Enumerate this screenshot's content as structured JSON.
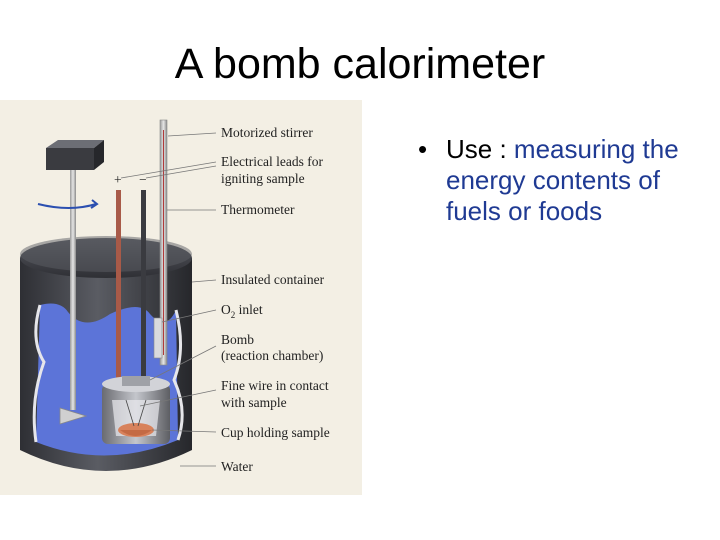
{
  "slide": {
    "title": "A bomb calorimeter",
    "bullet": {
      "symbol": "•",
      "keyword": "Use :",
      "text": " measuring the energy contents of fuels or foods"
    }
  },
  "diagram": {
    "labels": {
      "stirrer": "Motorized stirrer",
      "leads_1": "Electrical leads for",
      "leads_2": "igniting sample",
      "thermometer": "Thermometer",
      "container": "Insulated container",
      "o2_o": "O",
      "o2_sub": "2",
      "o2_rest": " inlet",
      "bomb_1": "Bomb",
      "bomb_2": "(reaction chamber)",
      "wire_1": "Fine wire in contact",
      "wire_2": "with sample",
      "cup": "Cup holding sample",
      "water": "Water"
    },
    "plus": "+",
    "minus": "−",
    "colors": {
      "background": "#f3efe4",
      "water": "#5c74d8",
      "container_dark": "#3a3b40",
      "lead": "#a85a48",
      "sample": "#d8825c"
    }
  }
}
